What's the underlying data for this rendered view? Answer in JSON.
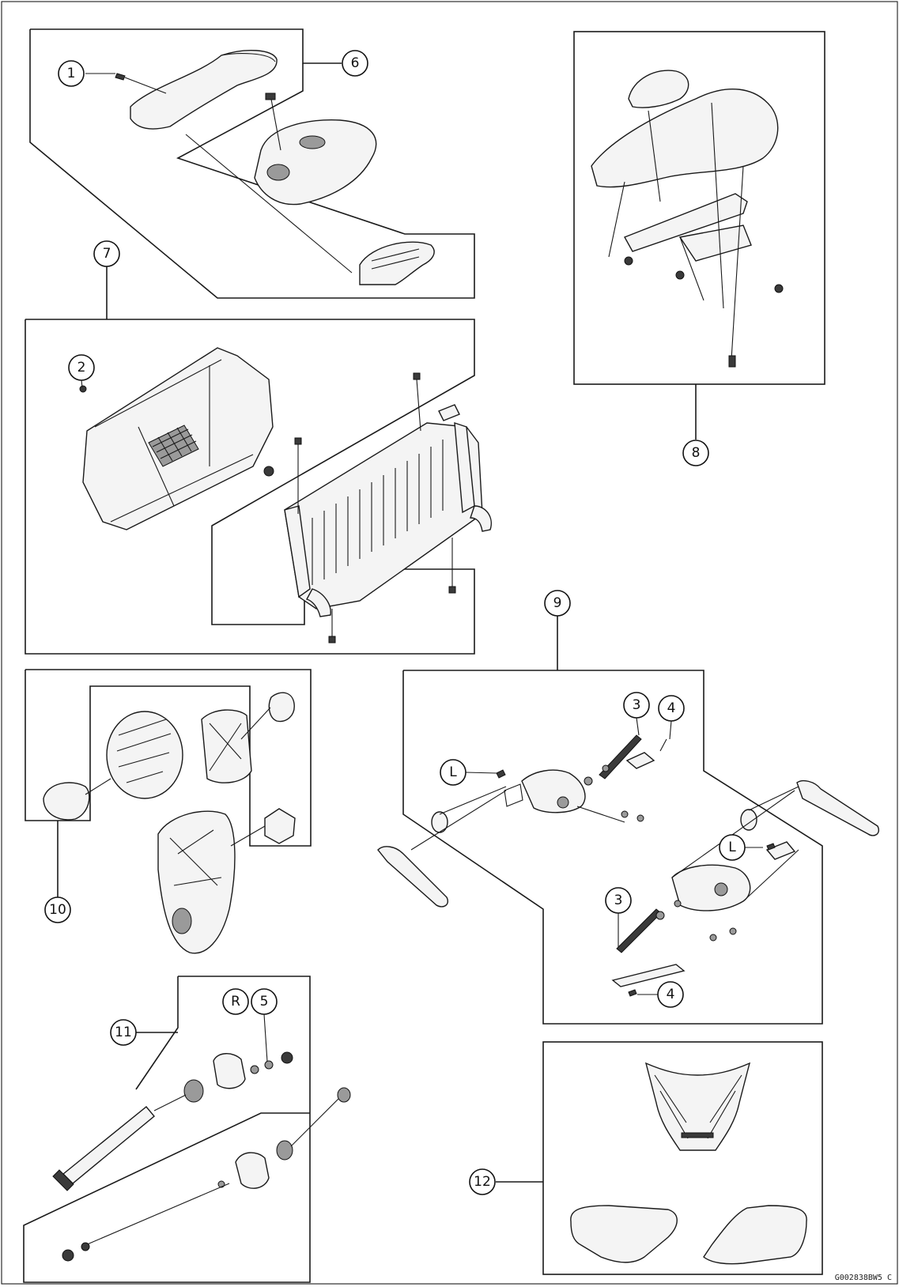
{
  "callouts": {
    "c1": "1",
    "c2": "2",
    "c3a": "3",
    "c3b": "3",
    "c4a": "4",
    "c4b": "4",
    "c5": "5",
    "cR": "R",
    "c6": "6",
    "c7": "7",
    "c8": "8",
    "c9": "9",
    "c10": "10",
    "c11": "11",
    "c12": "12",
    "cLa": "L",
    "cLb": "L"
  },
  "reference_code": "G002838BW5 C"
}
